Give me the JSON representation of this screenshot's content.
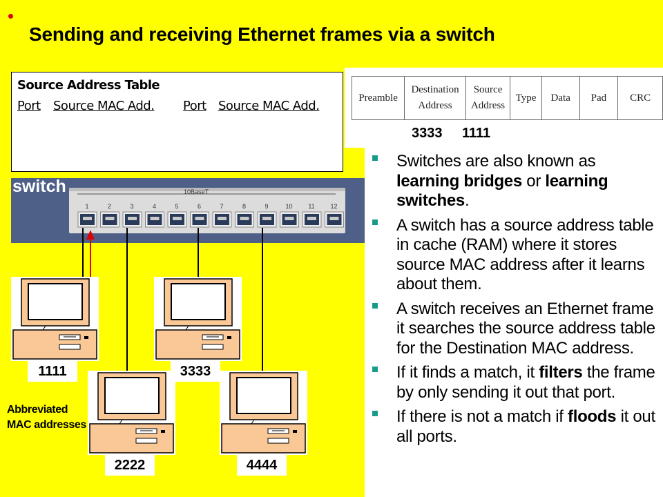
{
  "slide": {
    "title": "Sending and receiving Ethernet frames via a switch"
  },
  "source_address_table": {
    "title": "Source Address Table",
    "col_port_1": "Port",
    "col_mac_1": "Source MAC Add.",
    "col_port_2": "Port",
    "col_mac_2": "Source MAC Add."
  },
  "frame": {
    "fields": [
      {
        "l1": "Preamble",
        "l2": ""
      },
      {
        "l1": "Destination",
        "l2": "Address"
      },
      {
        "l1": "Source",
        "l2": "Address"
      },
      {
        "l1": "Type",
        "l2": ""
      },
      {
        "l1": "Data",
        "l2": ""
      },
      {
        "l1": "Pad",
        "l2": ""
      },
      {
        "l1": "CRC",
        "l2": ""
      }
    ],
    "destination_value": "3333",
    "source_value": "1111"
  },
  "switch": {
    "label": "switch",
    "model": "10BaseT",
    "ports": [
      "1",
      "2",
      "3",
      "4",
      "5",
      "6",
      "7",
      "8",
      "9",
      "10",
      "11",
      "12"
    ]
  },
  "computers": [
    {
      "mac": "1111",
      "port": "1"
    },
    {
      "mac": "2222",
      "port": "3"
    },
    {
      "mac": "3333",
      "port": "6"
    },
    {
      "mac": "4444",
      "port": "9"
    }
  ],
  "caption": "Abbreviated MAC addresses",
  "bullets": [
    {
      "runs": [
        {
          "t": "Switches are also known as "
        },
        {
          "t": "learning bridges",
          "b": true
        },
        {
          "t": " or "
        },
        {
          "t": "learning switches",
          "b": true
        },
        {
          "t": "."
        }
      ]
    },
    {
      "runs": [
        {
          "t": "A switch has a source address table in cache (RAM) where it stores source MAC address after it learns about them."
        }
      ]
    },
    {
      "runs": [
        {
          "t": "A switch receives an Ethernet frame it searches the source address table for the Destination MAC address."
        }
      ]
    },
    {
      "runs": [
        {
          "t": "If it finds a match, it "
        },
        {
          "t": "filters",
          "b": true
        },
        {
          "t": " the frame by only sending it out that port."
        }
      ]
    },
    {
      "runs": [
        {
          "t": "If there is not a match if "
        },
        {
          "t": "floods",
          "b": true
        },
        {
          "t": " it out all ports."
        }
      ]
    }
  ],
  "colors": {
    "background": "#ffff00",
    "switch_body": "#4e5f88",
    "bullet": "#1a9a8a",
    "arrow": "#e00000",
    "pc_case": "#f9c896"
  }
}
